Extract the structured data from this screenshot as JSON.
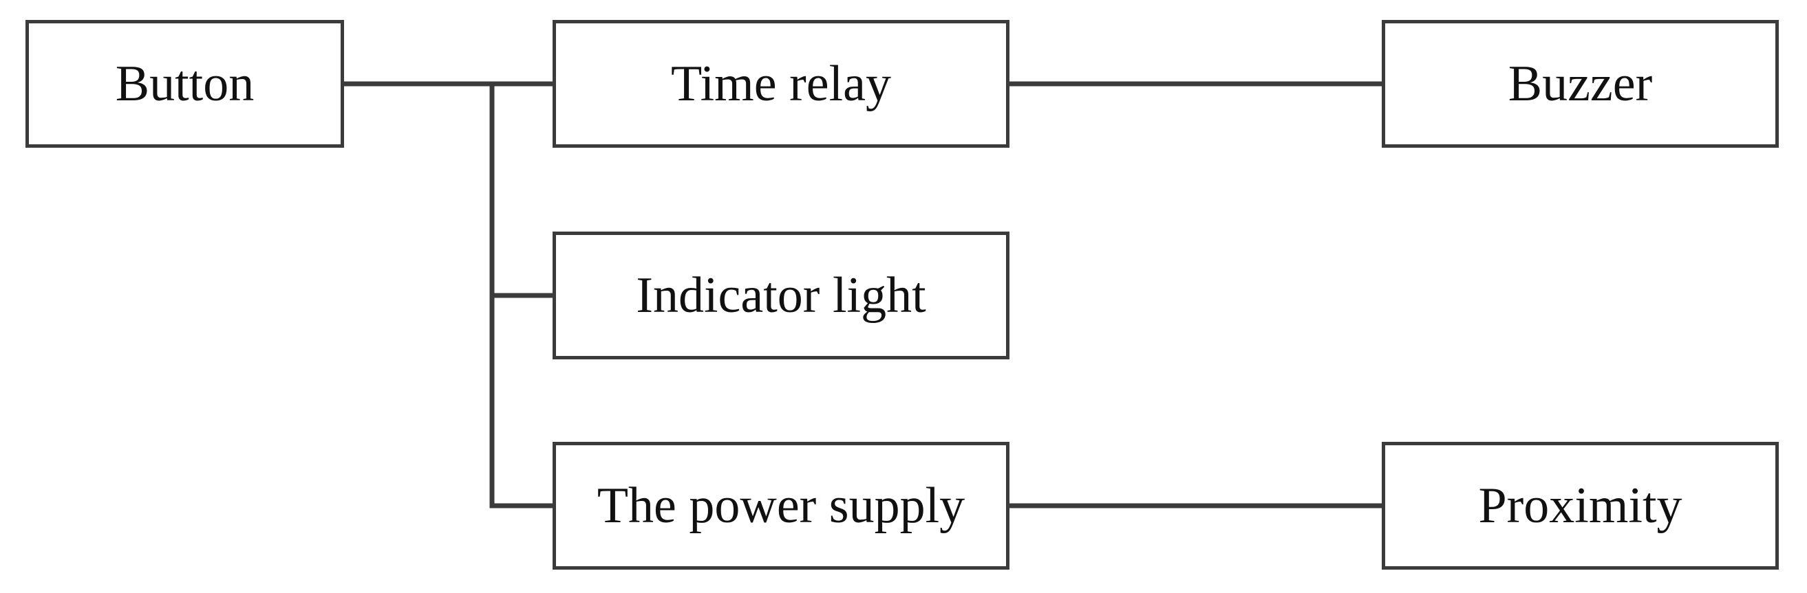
{
  "diagram": {
    "nodes": {
      "button": "Button",
      "time_relay": "Time relay",
      "buzzer": "Buzzer",
      "indicator_light": "Indicator light",
      "power_supply": "The power supply",
      "proximity": "Proximity"
    },
    "edges": [
      {
        "from": "button",
        "to": "time_relay"
      },
      {
        "from": "button",
        "to": "indicator_light"
      },
      {
        "from": "button",
        "to": "power_supply"
      },
      {
        "from": "time_relay",
        "to": "buzzer"
      },
      {
        "from": "power_supply",
        "to": "proximity"
      }
    ],
    "colors": {
      "line": "#3b3b3b",
      "text": "#111111",
      "background": "#ffffff"
    }
  }
}
